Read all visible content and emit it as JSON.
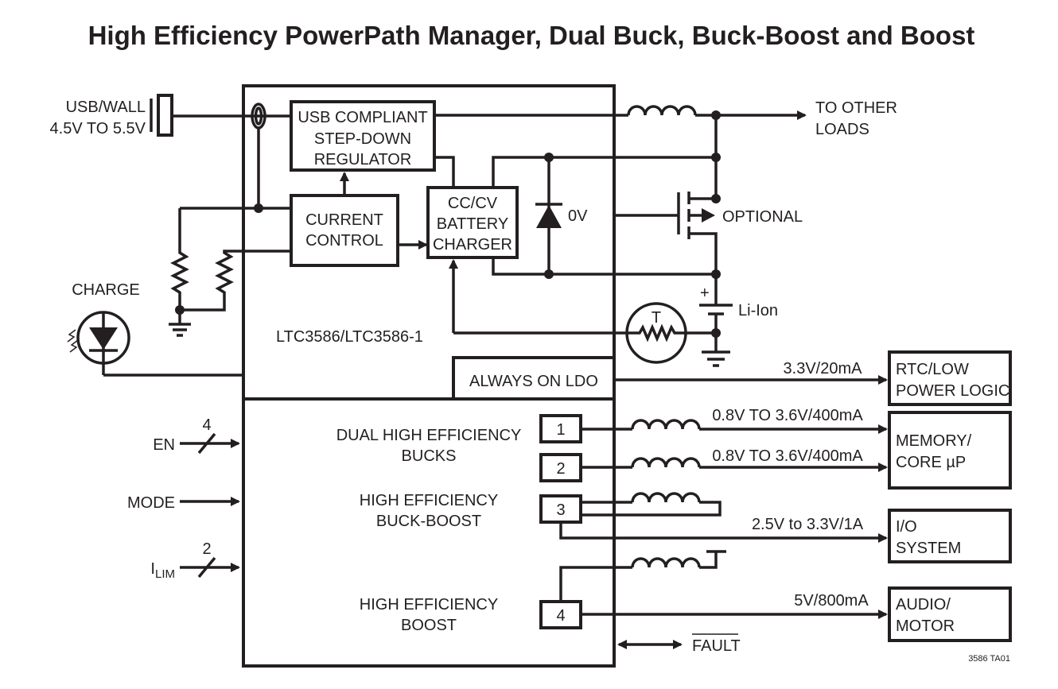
{
  "title": "High Efficiency PowerPath Manager, Dual Buck, Buck-Boost and Boost",
  "colors": {
    "chip_fill": "#ebcdd5",
    "line": "#231f20"
  },
  "inputs": {
    "usb_label": "USB/WALL",
    "usb_range": "4.5V TO 5.5V",
    "charge_label": "CHARGE",
    "en_label": "EN",
    "en_bus": "4",
    "mode_label": "MODE",
    "ilim_label": "I",
    "ilim_sub": "LIM",
    "ilim_bus": "2"
  },
  "chip": {
    "part": "LTC3586/LTC3586-1",
    "usb_reg": [
      "USB COMPLIANT",
      "STEP-DOWN",
      "REGULATOR"
    ],
    "current_control": [
      "CURRENT",
      "CONTROL"
    ],
    "charger": [
      "CC/CV",
      "BATTERY",
      "CHARGER"
    ],
    "diode_label": "0V",
    "ldo": "ALWAYS ON LDO",
    "bucks": [
      "DUAL HIGH EFFICIENCY",
      "BUCKS"
    ],
    "buck_boost": [
      "HIGH EFFICIENCY",
      "BUCK-BOOST"
    ],
    "boost": [
      "HIGH EFFICIENCY",
      "BOOST"
    ],
    "channels": [
      "1",
      "2",
      "3",
      "4"
    ]
  },
  "outputs": {
    "other_loads": [
      "TO OTHER",
      "LOADS"
    ],
    "optional": "OPTIONAL",
    "battery": "Li-Ion",
    "battery_plus": "+",
    "thermistor": "T",
    "ldo_out": "3.3V/20mA",
    "rtc": [
      "RTC/LOW",
      "POWER LOGIC"
    ],
    "buck1_out": "0.8V TO 3.6V/400mA",
    "buck2_out": "0.8V TO 3.6V/400mA",
    "memory": [
      "MEMORY/",
      "CORE µP"
    ],
    "bb_out": "2.5V to 3.3V/1A",
    "io": [
      "I/O",
      "SYSTEM"
    ],
    "boost_out": "5V/800mA",
    "audio": [
      "AUDIO/",
      "MOTOR"
    ],
    "fault": "FAULT"
  },
  "figure_id": "3586 TA01"
}
